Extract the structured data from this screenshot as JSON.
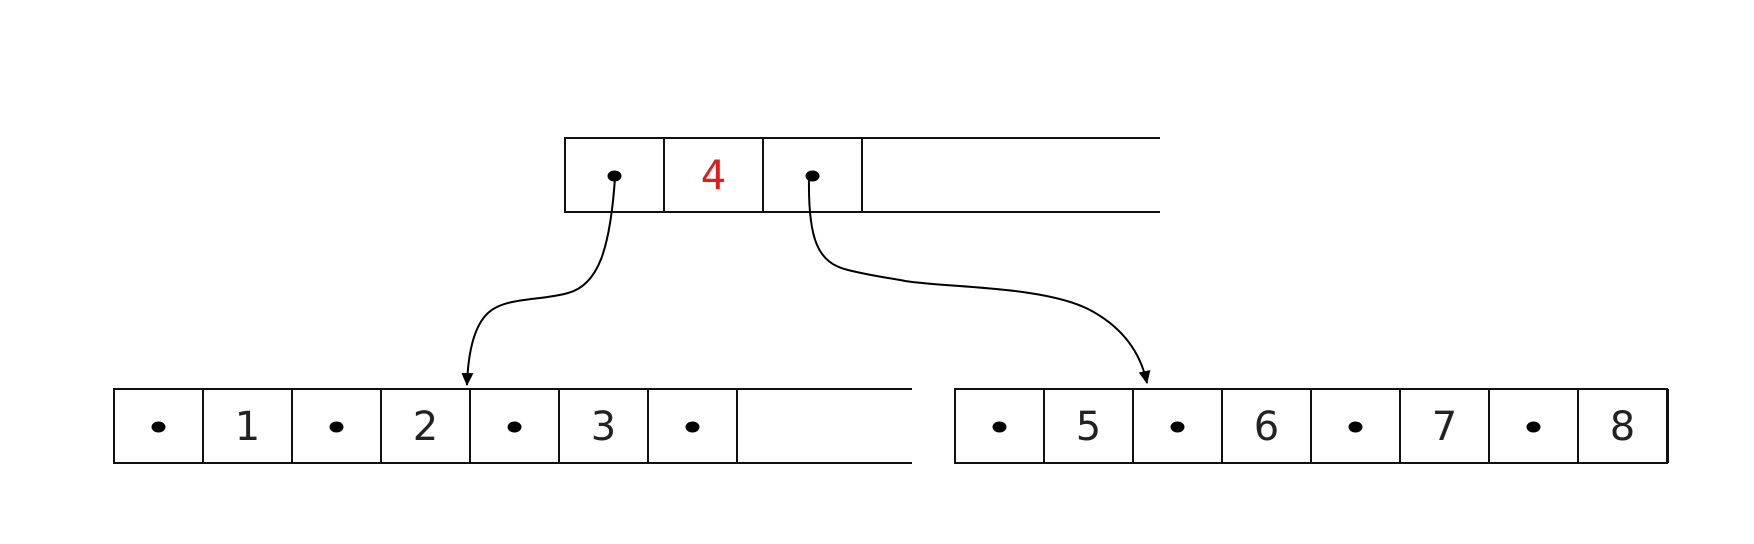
{
  "diagram": {
    "type": "b-tree",
    "colors": {
      "line": "#111111",
      "key_text": "#222222",
      "highlight_key": "#e51a1a",
      "dot": "#000000"
    },
    "root": {
      "id": "root-node",
      "cells": [
        {
          "kind": "pointer",
          "target": "left-child"
        },
        {
          "kind": "key",
          "label": "4",
          "highlight": true
        },
        {
          "kind": "pointer",
          "target": "right-child"
        }
      ]
    },
    "children": [
      {
        "id": "left-child",
        "cells": [
          {
            "kind": "pointer"
          },
          {
            "kind": "key",
            "label": "1"
          },
          {
            "kind": "pointer"
          },
          {
            "kind": "key",
            "label": "2"
          },
          {
            "kind": "pointer"
          },
          {
            "kind": "key",
            "label": "3"
          },
          {
            "kind": "pointer"
          }
        ]
      },
      {
        "id": "right-child",
        "cells": [
          {
            "kind": "pointer"
          },
          {
            "kind": "key",
            "label": "5"
          },
          {
            "kind": "pointer"
          },
          {
            "kind": "key",
            "label": "6"
          },
          {
            "kind": "pointer"
          },
          {
            "kind": "key",
            "label": "7"
          },
          {
            "kind": "pointer"
          },
          {
            "kind": "key",
            "label": "8"
          }
        ]
      }
    ]
  }
}
